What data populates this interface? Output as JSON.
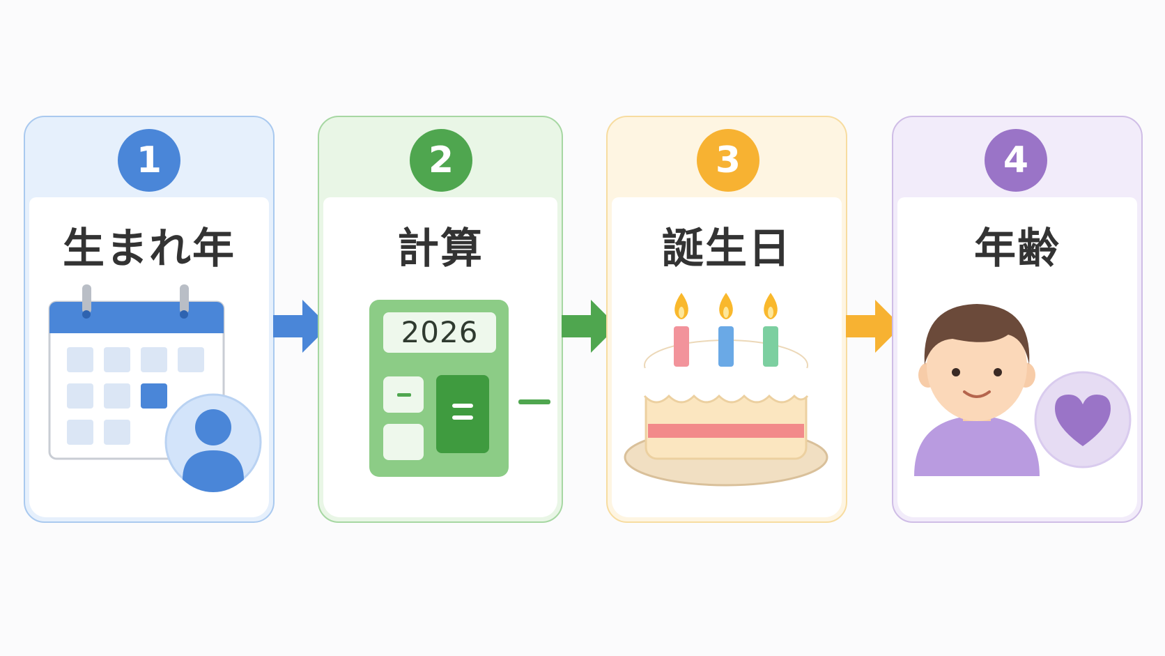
{
  "steps": [
    {
      "number": "1",
      "label": "生まれ年",
      "color": "#4a86d8",
      "border": "#a9c9ef",
      "tint": "#e6f0fc"
    },
    {
      "number": "2",
      "label": "計算",
      "color": "#4fa64f",
      "border": "#a6d7a2",
      "tint": "#e9f6e6"
    },
    {
      "number": "3",
      "label": "誕生日",
      "color": "#f7b232",
      "border": "#f7dca0",
      "tint": "#fef5e2"
    },
    {
      "number": "4",
      "label": "年齢",
      "color": "#9a74c7",
      "border": "#cfbde6",
      "tint": "#f2ecfa"
    }
  ],
  "calculator": {
    "display": "2026"
  },
  "icons": [
    "calendar-icon",
    "user-icon",
    "calculator-icon",
    "cake-icon",
    "person-icon",
    "heart-icon",
    "arrow-right-icon"
  ]
}
